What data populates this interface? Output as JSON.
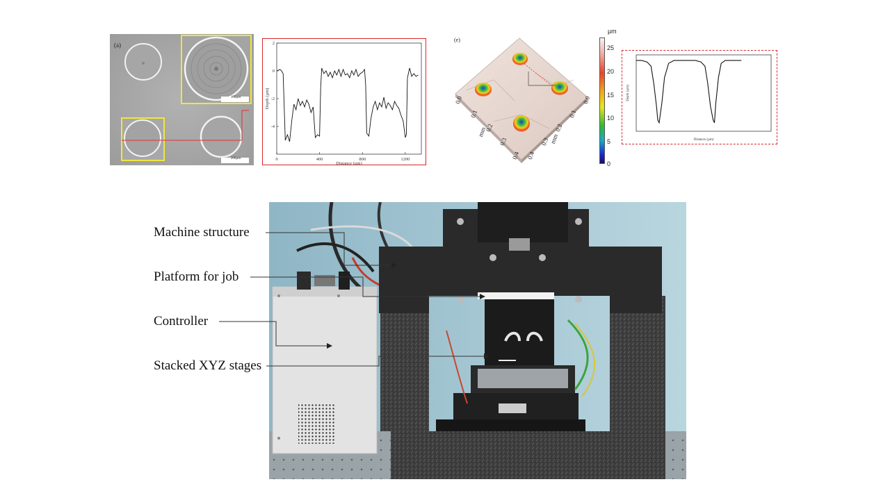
{
  "sem_panel": {
    "panel_label": "(a)",
    "scale_bar_large": "100µm",
    "scale_bar_small": "200µm"
  },
  "profile_chart_1": {
    "chart_data": {
      "type": "line",
      "title": "",
      "xlabel": "Distance (µm)",
      "ylabel": "Depth (µm)",
      "xlim": [
        0,
        1350
      ],
      "ylim": [
        -6,
        2
      ],
      "x_ticks": [
        "0",
        "400",
        "800",
        "1200"
      ],
      "y_ticks": [
        "2",
        "0",
        "-2",
        "-4"
      ],
      "series": [
        {
          "x": [
            0,
            30,
            45,
            60,
            80,
            100,
            120,
            140,
            160,
            180,
            200,
            220,
            240,
            260,
            280,
            300,
            320,
            340,
            360,
            380,
            400,
            410,
            420,
            440,
            460,
            480,
            500,
            520,
            540,
            560,
            580,
            600,
            620,
            640,
            660,
            680,
            700,
            720,
            740,
            760,
            780,
            800,
            820,
            830,
            840,
            860,
            880,
            900,
            920,
            940,
            960,
            980,
            1000,
            1020,
            1040,
            1060,
            1080,
            1100,
            1120,
            1140,
            1160,
            1180,
            1200,
            1210,
            1220,
            1240,
            1260,
            1280,
            1300,
            1320
          ],
          "y": [
            0,
            0.1,
            0,
            -0.2,
            -5.0,
            -4.6,
            -5.1,
            -3.6,
            -2.4,
            -2.8,
            -2.0,
            -2.5,
            -2.2,
            -2.6,
            -2.1,
            -2.4,
            -3.0,
            -2.6,
            -4.8,
            -4.6,
            -4.7,
            -1.2,
            0.2,
            -0.2,
            0.0,
            -0.4,
            -0.1,
            -0.5,
            0.0,
            -0.3,
            0.1,
            -0.4,
            0.1,
            -0.3,
            -0.2,
            -0.5,
            0.0,
            -0.3,
            0.1,
            -0.4,
            -0.2,
            -0.1,
            0.1,
            -1.0,
            -4.5,
            -4.7,
            -3.4,
            -2.6,
            -2.2,
            -2.8,
            -2.3,
            -2.6,
            -1.9,
            -2.7,
            -2.3,
            -2.5,
            -2.8,
            -2.2,
            -2.5,
            -2.7,
            -3.2,
            -3.6,
            -4.8,
            -4.6,
            -0.5,
            0.2,
            -0.4,
            -0.2,
            -0.4,
            -0.3
          ]
        }
      ]
    }
  },
  "afm_panel": {
    "panel_label": "(e)",
    "colorbar_unit": "µm",
    "colorbar_ticks": [
      "25",
      "20",
      "15",
      "10",
      "5",
      "0"
    ],
    "axis_ticks_left": [
      "0.0",
      "0.1",
      "0.2",
      "0.3",
      "0.4"
    ],
    "axis_ticks_right": [
      "0.0",
      "0.1",
      "0.2",
      "0.3",
      "0.4"
    ],
    "axis_unit": "mm"
  },
  "profile_chart_2": {
    "chart_data": {
      "type": "line",
      "title": "",
      "xlabel": "Distance (µm)",
      "ylabel": "Depth (µm)",
      "xlim": [
        0,
        500
      ],
      "ylim": [
        -25,
        2
      ],
      "series": [
        {
          "x": [
            0,
            20,
            40,
            55,
            65,
            75,
            80,
            85,
            95,
            105,
            120,
            140,
            160,
            180,
            200,
            220,
            240,
            255,
            265,
            275,
            285,
            290,
            295,
            305,
            315,
            330,
            350,
            370,
            390
          ],
          "y": [
            0,
            0,
            -0.5,
            -2,
            -8,
            -16,
            -21,
            -22,
            -15,
            -6,
            -1,
            0,
            0,
            0,
            0,
            0,
            -0.5,
            -2,
            -8,
            -16,
            -21,
            -22,
            -15,
            -6,
            -1,
            0,
            0,
            0,
            0
          ]
        }
      ]
    }
  },
  "photo_labels": {
    "machine_structure": "Machine structure",
    "platform_for_job": "Platform for job",
    "controller": "Controller",
    "stacked_xyz_stages": "Stacked XYZ stages"
  },
  "colors": {
    "highlight_yellow": "#f0e640",
    "chart_frame_red": "#d8262c",
    "leader_line": "#333333"
  }
}
